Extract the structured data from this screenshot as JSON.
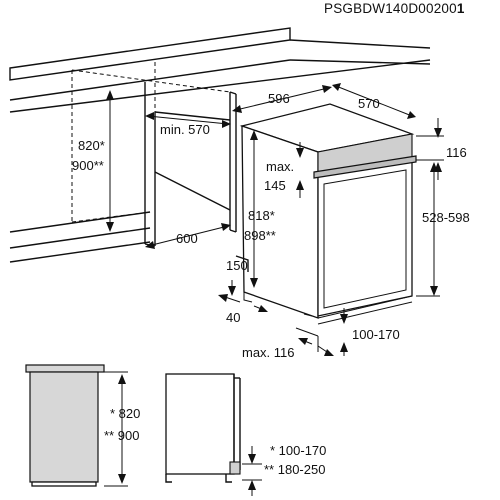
{
  "doc_code": "PSGBDW140D00200",
  "doc_code_suffix": "1",
  "labels": {
    "niche_height": [
      "820*",
      "900**"
    ],
    "niche_depth_min": "min. 570",
    "niche_width": "600",
    "top_width": "596",
    "top_depth": "570",
    "panel_height_top": "116",
    "door_max": [
      "max.",
      "145"
    ],
    "body_height": [
      "818*",
      "898**"
    ],
    "door_height": "528-598",
    "gap_150": "150",
    "gap_40": "40",
    "plinth_range": "100-170",
    "plinth_max": "max. 116",
    "side_height": [
      "* 820",
      "** 900"
    ],
    "side_plinth": [
      "* 100-170",
      "** 180-250"
    ]
  }
}
